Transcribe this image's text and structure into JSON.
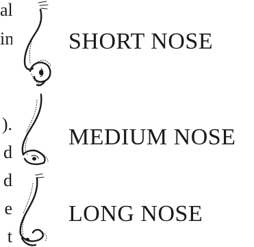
{
  "text_fragments": [
    "al",
    "in",
    ").",
    "d",
    "d",
    "e",
    "t"
  ],
  "noses": [
    {
      "label": "SHORT NOSE",
      "icon": "short-nose-icon"
    },
    {
      "label": "MEDIUM NOSE",
      "icon": "medium-nose-icon"
    },
    {
      "label": "LONG NOSE",
      "icon": "long-nose-icon"
    }
  ]
}
